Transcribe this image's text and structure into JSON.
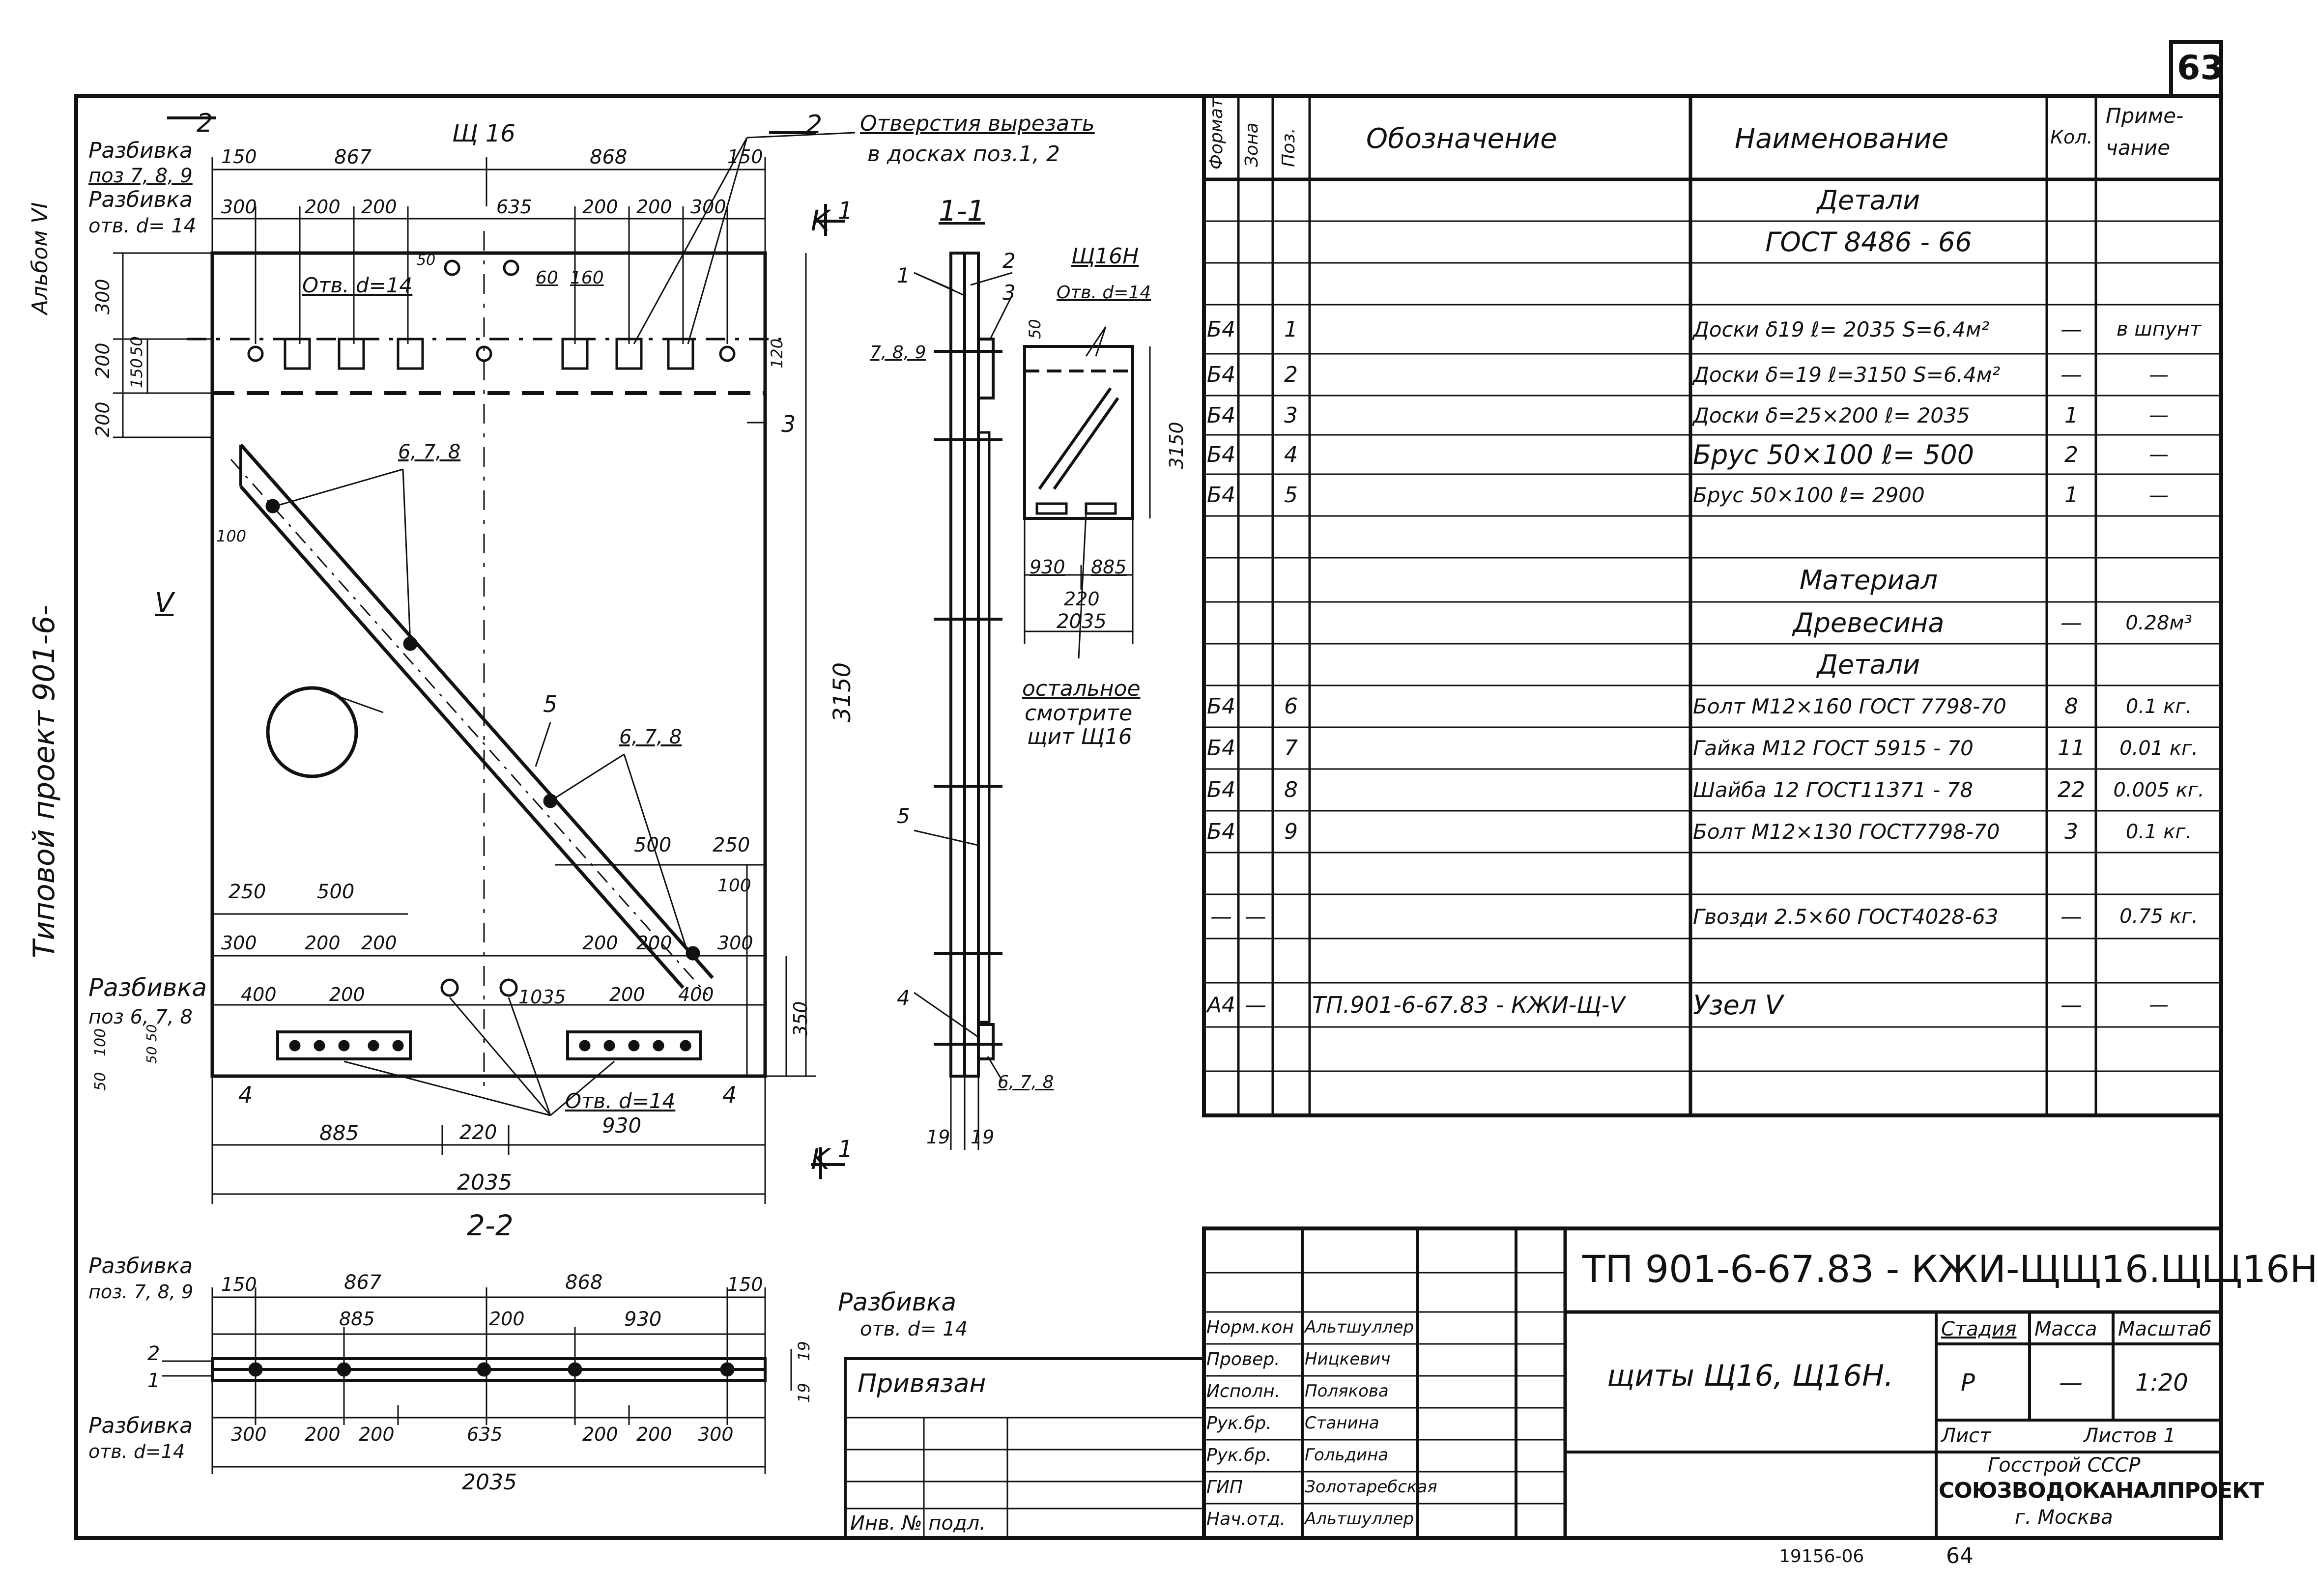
{
  "sheet": {
    "page_no": "63",
    "album": "Альбом VI",
    "project": "Типовой проект 901-6-",
    "doc_code": "ТП 901-6-67.83 - КЖИ-ЩЩ16.ЩЩ16Н",
    "title": "щиты Щ16, Щ16Н.",
    "bottom_inv": "19156-06",
    "bottom_page": "64"
  },
  "views": {
    "main_title": "Щ 16",
    "section_11": "1-1",
    "section_22": "2-2",
    "mark_2": "2",
    "mark_1": "1",
    "mark_K": "K",
    "note_top": "Отверстия вырезать",
    "note_top2": "в досках поз.1, 2",
    "razb1": "Разбивка",
    "razb1b": "поз 7, 8, 9",
    "razb2": "Разбивка",
    "razb2b": "отв. d= 14",
    "razb3": "Разбивка",
    "razb3b": "поз 6, 7, 8",
    "otv14a": "Отв. d=14",
    "otv14b": "Отв. d=14",
    "v_label": "V",
    "sh16n": "Щ16Н",
    "sh16n_otv": "Отв. d=14",
    "rest1": "остальное",
    "rest2": "смотрите",
    "rest3": "щит Щ16",
    "d_150a": "150",
    "d_867": "867",
    "d_868": "868",
    "d_150b": "150",
    "d_300a": "300",
    "d_200a": "200",
    "d_200b": "200",
    "d_635": "635",
    "d_200c": "200",
    "d_200d": "200",
    "d_300b": "300",
    "d_50a": "50",
    "d_60": "60",
    "d_160": "160",
    "d_300v": "300",
    "d_200v": "200",
    "d_150v": "150",
    "d_50v": "50",
    "d_200v2": "200",
    "d_120": "120",
    "d_3150": "3150",
    "d_100": "100",
    "d_250a": "250",
    "d_500a": "500",
    "d_500b": "500",
    "d_250b": "250",
    "d_100b": "100",
    "d_300c": "300",
    "d_200e": "200",
    "d_200f": "200",
    "d_200g": "200",
    "d_200h": "200",
    "d_300d": "300",
    "d_400a": "400",
    "d_200i": "200",
    "d_1035": "1035",
    "d_200j": "200",
    "d_400b": "400",
    "d_350": "350",
    "d_100c": "100",
    "d_50c": "50",
    "d_50d": "50",
    "d_50e": "50",
    "d_885": "885",
    "d_220": "220",
    "d_930": "930",
    "d_2035": "2035",
    "pos1": "1",
    "pos2": "2",
    "pos3": "3",
    "pos4a": "4",
    "pos4b": "4",
    "pos5": "5",
    "pos678a": "6, 7, 8",
    "pos678b": "6, 7, 8",
    "pos789": "7, 8, 9",
    "pos678c": "6, 7, 8",
    "s_50": "50",
    "s_3150": "3150",
    "s_930": "930",
    "s_885": "885",
    "s_220": "220",
    "s_2035": "2035",
    "s_19a": "19",
    "s_19b": "19",
    "b_150a": "150",
    "b_867": "867",
    "b_868": "868",
    "b_150b": "150",
    "b_885": "885",
    "b_200": "200",
    "b_930": "930",
    "b_razb1": "Разбивка",
    "b_razb1b": "поз. 7, 8, 9",
    "b_razb2": "Разбивка",
    "b_razb2b": "отв. d= 14",
    "b_razb3": "Разбивка",
    "b_razb3b": "отв. d=14",
    "b_300a": "300",
    "b_200a": "200",
    "b_200b": "200",
    "b_635": "635",
    "b_200c": "200",
    "b_200d": "200",
    "b_300b": "300",
    "b_2035": "2035",
    "b_19": "19",
    "b_19b": "19",
    "b_2": "2",
    "b_1": "1"
  },
  "spec": {
    "headers": {
      "format": "Формат",
      "zone": "Зона",
      "pos": "Поз.",
      "designation": "Обозначение",
      "name": "Наименование",
      "qty": "Кол.",
      "note": "Приме-",
      "note2": "чание"
    },
    "rows": [
      {
        "format": "",
        "zone": "",
        "pos": "",
        "designation": "",
        "name": "Детали",
        "qty": "",
        "note": ""
      },
      {
        "format": "",
        "zone": "",
        "pos": "",
        "designation": "",
        "name": "ГОСТ 8486 - 66",
        "qty": "",
        "note": ""
      },
      {
        "format": "",
        "zone": "",
        "pos": "",
        "designation": "",
        "name": "",
        "qty": "",
        "note": ""
      },
      {
        "format": "Б4",
        "zone": "",
        "pos": "1",
        "designation": "",
        "name": "Доски δ19 ℓ= 2035 S=6.4м²",
        "qty": "—",
        "note": "в шпунт"
      },
      {
        "format": "Б4",
        "zone": "",
        "pos": "2",
        "designation": "",
        "name": "Доски δ=19 ℓ=3150 S=6.4м²",
        "qty": "—",
        "note": "—"
      },
      {
        "format": "Б4",
        "zone": "",
        "pos": "3",
        "designation": "",
        "name": "Доски δ=25×200 ℓ= 2035",
        "qty": "1",
        "note": "—"
      },
      {
        "format": "Б4",
        "zone": "",
        "pos": "4",
        "designation": "",
        "name": "Брус 50×100   ℓ= 500",
        "qty": "2",
        "note": "—"
      },
      {
        "format": "Б4",
        "zone": "",
        "pos": "5",
        "designation": "",
        "name": "Брус 50×100   ℓ= 2900",
        "qty": "1",
        "note": "—"
      },
      {
        "format": "",
        "zone": "",
        "pos": "",
        "designation": "",
        "name": "",
        "qty": "",
        "note": ""
      },
      {
        "format": "",
        "zone": "",
        "pos": "",
        "designation": "",
        "name": "Материал",
        "qty": "",
        "note": ""
      },
      {
        "format": "",
        "zone": "",
        "pos": "",
        "designation": "",
        "name": "Древесина",
        "qty": "—",
        "note": "0.28м³"
      },
      {
        "format": "",
        "zone": "",
        "pos": "",
        "designation": "",
        "name": "Детали",
        "qty": "",
        "note": ""
      },
      {
        "format": "Б4",
        "zone": "",
        "pos": "6",
        "designation": "",
        "name": "Болт М12×160 ГОСТ 7798-70",
        "qty": "8",
        "note": "0.1 кг."
      },
      {
        "format": "Б4",
        "zone": "",
        "pos": "7",
        "designation": "",
        "name": "Гайка М12 ГОСТ 5915 - 70",
        "qty": "11",
        "note": "0.01 кг."
      },
      {
        "format": "Б4",
        "zone": "",
        "pos": "8",
        "designation": "",
        "name": "Шайба 12 ГОСТ11371 - 78",
        "qty": "22",
        "note": "0.005 кг."
      },
      {
        "format": "Б4",
        "zone": "",
        "pos": "9",
        "designation": "",
        "name": "Болт М12×130 ГОСТ7798-70",
        "qty": "3",
        "note": "0.1 кг."
      },
      {
        "format": "",
        "zone": "",
        "pos": "",
        "designation": "",
        "name": "",
        "qty": "",
        "note": ""
      },
      {
        "format": "—",
        "zone": "—",
        "pos": "",
        "designation": "",
        "name": "Гвозди 2.5×60 ГОСТ4028-63",
        "qty": "—",
        "note": "0.75 кг."
      },
      {
        "format": "",
        "zone": "",
        "pos": "",
        "designation": "",
        "name": "",
        "qty": "",
        "note": ""
      },
      {
        "format": "А4",
        "zone": "—",
        "pos": "",
        "designation": "ТП.901-6-67.83 - КЖИ-Щ-V",
        "name": "Узел V",
        "qty": "—",
        "note": "—"
      }
    ]
  },
  "stamp": {
    "bound": "Привязан",
    "inv": "Инв. № подл.",
    "roles": [
      {
        "role": "Норм.кон",
        "name": "Альтшуллер"
      },
      {
        "role": "Провер.",
        "name": "Ницкевич"
      },
      {
        "role": "Исполн.",
        "name": "Полякова"
      },
      {
        "role": "Рук.бр.",
        "name": "Станина"
      },
      {
        "role": "Рук.бр.",
        "name": "Гольдина"
      },
      {
        "role": "ГИП",
        "name": "Золотаребская"
      },
      {
        "role": "Нач.отд.",
        "name": "Альтшуллер"
      }
    ],
    "stage_h": "Стадия",
    "mass_h": "Масса",
    "scale_h": "Масштаб",
    "stage": "Р",
    "mass": "—",
    "scale": "1:20",
    "sheet": "Лист",
    "sheets": "Листов 1",
    "org1": "Госстрой СССР",
    "org2": "СОЮЗВОДОКАНАЛПРОЕКТ",
    "org3": "г. Москва"
  }
}
